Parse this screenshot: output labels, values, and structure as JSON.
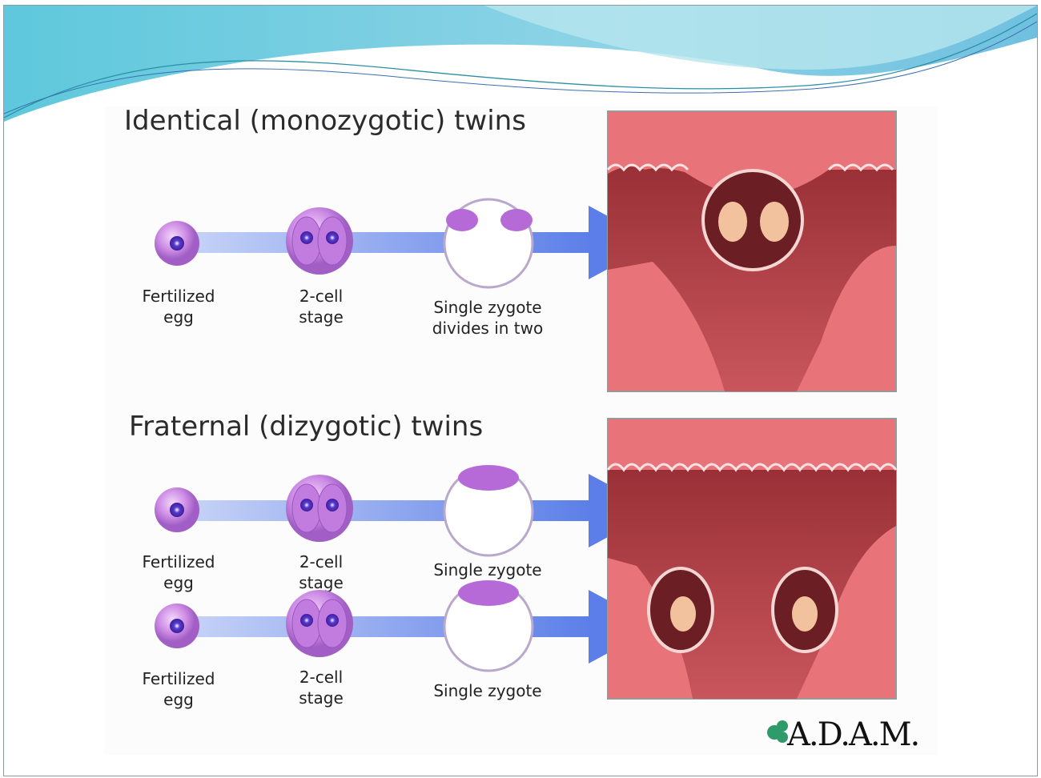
{
  "slide": {
    "identical": {
      "title": "Identical (monozygotic) twins",
      "egg": [
        "Fertilized",
        "egg"
      ],
      "two_cell": [
        "2-cell",
        "stage"
      ],
      "zygote": [
        "Single zygote",
        "divides in two"
      ]
    },
    "fraternal": {
      "title": "Fraternal (dizygotic) twins",
      "rows": [
        {
          "egg": [
            "Fertilized",
            "egg"
          ],
          "two_cell": [
            "2-cell",
            "stage"
          ],
          "zygote": "Single zygote"
        },
        {
          "egg": [
            "Fertilized",
            "egg"
          ],
          "two_cell": [
            "2-cell",
            "stage"
          ],
          "zygote": "Single zygote"
        }
      ]
    },
    "logo": "A.D.A.M."
  },
  "colors": {
    "arrow": "#5b7ee8",
    "cell": "#c77de0",
    "uterus": "#e8747a",
    "uterus_dark": "#8a2a2e",
    "header": "#6cc6dc"
  }
}
